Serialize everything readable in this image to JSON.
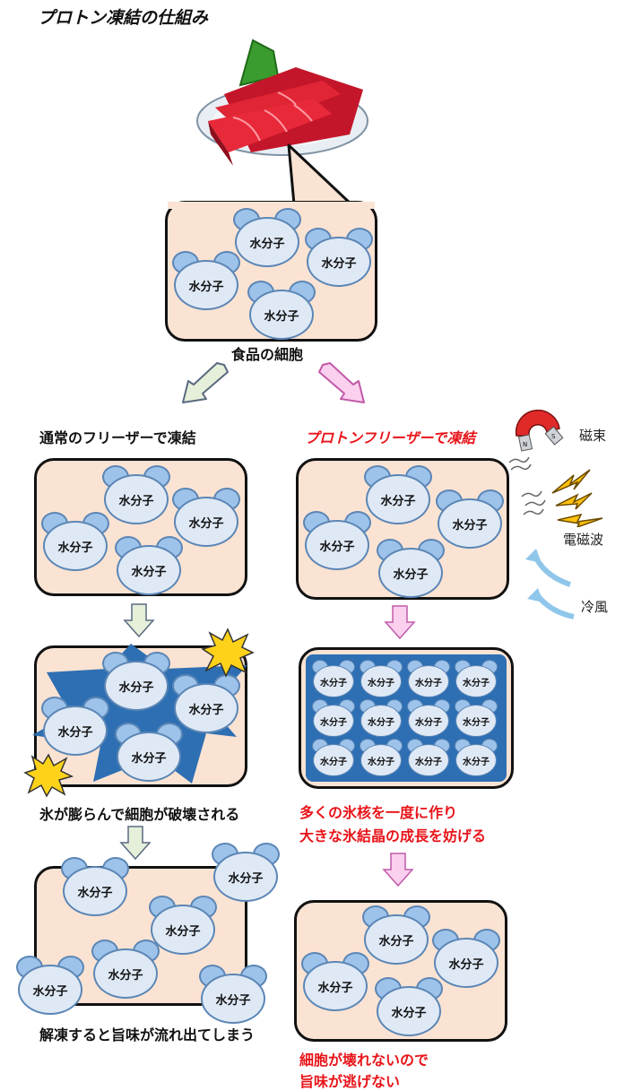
{
  "title": "プロトン凍結の仕組み",
  "molecule_label": "水分子",
  "food_cell_label": "食品の細胞",
  "normal_freezer_label": "通常のフリーザーで凍結",
  "proton_freezer_label": "プロトンフリーザーで凍結",
  "side_labels": {
    "magnetic": "磁束",
    "electromagnetic": "電磁波",
    "cold_air": "冷風"
  },
  "normal_result_line1": "氷が膨らんで細胞が破壊される",
  "normal_final_label": "解凍すると旨味が流れ出てしまう",
  "proton_result_line1": "多くの氷核を一度に作り",
  "proton_result_line2": "大きな氷結晶の成長を妨げる",
  "proton_final_line1": "細胞が壊れないので",
  "proton_final_line2": "旨味が逃げない",
  "colors": {
    "cell_fill": "#fbe3d3",
    "red_text": "#e8141a",
    "ice_blue": "#2e6fb3",
    "arrow_green": "#e6efd9",
    "arrow_pink": "#fbd0ee"
  }
}
